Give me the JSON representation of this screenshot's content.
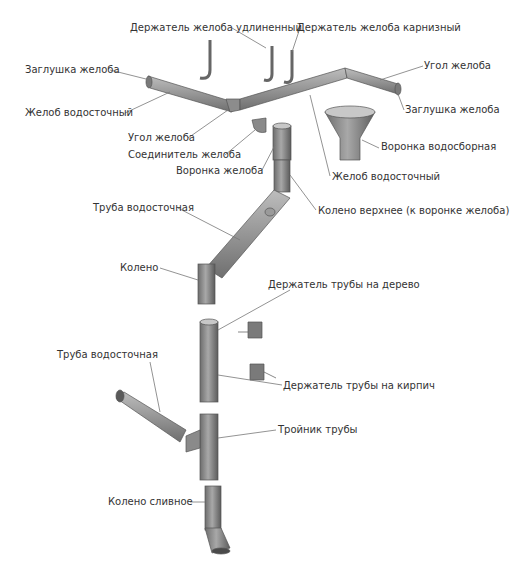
{
  "diagram": {
    "labels": [
      "Держатель желоба удлиненный",
      "Держатель желоба карнизный",
      "Заглушка желоба",
      "Угол желоба",
      "Желоб водосточный",
      "Заглушка желоба",
      "Угол желоба",
      "Соединитель желоба",
      "Воронка водосборная",
      "Воронка желоба",
      "Желоб водосточный",
      "Труба водосточная",
      "Колено верхнее (к воронке желоба)",
      "Колено",
      "Держатель трубы на дерево",
      "Труба водосточная",
      "Держатель трубы на кирпич",
      "Тройник трубы",
      "Колено сливное"
    ]
  }
}
